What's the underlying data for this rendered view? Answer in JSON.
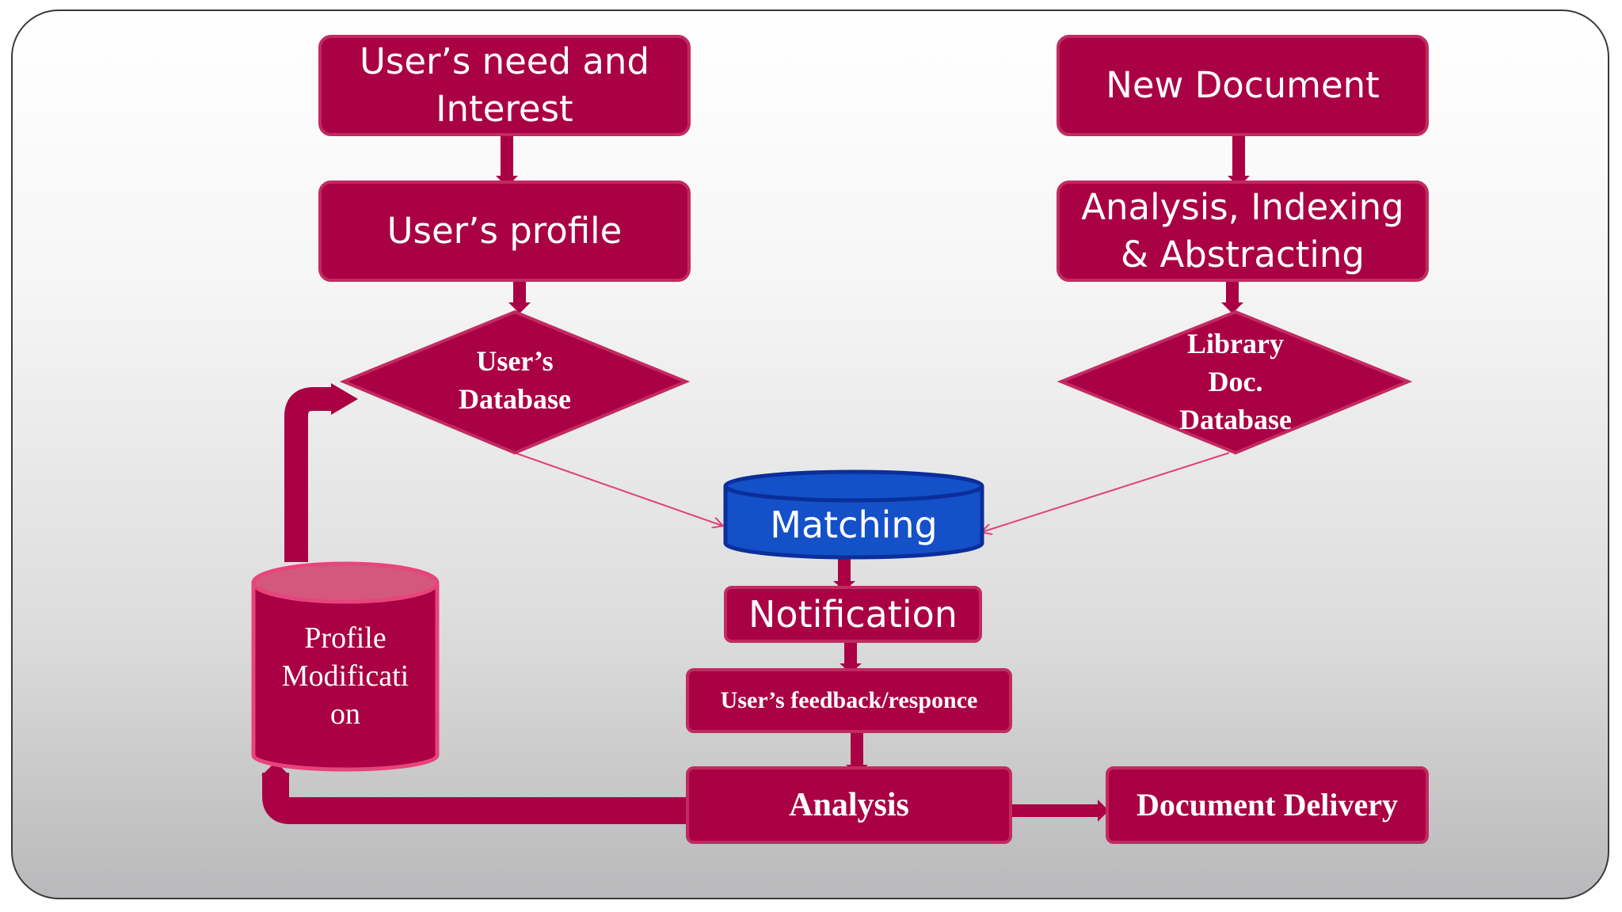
{
  "diagram": {
    "nodes": {
      "users_need": "User’s need and Interest",
      "users_profile": "User’s profile",
      "users_database": "User’s Database",
      "new_document": "New Document",
      "analysis_indexing": "Analysis, Indexing & Abstracting",
      "library_db": "Library Doc. Database",
      "matching": "Matching",
      "notification": "Notification",
      "feedback": "User’s feedback/responce",
      "analysis": "Analysis",
      "document_delivery": "Document Delivery",
      "profile_modification": "Profile Modificati on"
    },
    "colors": {
      "node_fill": "#aa0044",
      "node_border": "#c22a60",
      "matching_fill": "#1450c8",
      "matching_border": "#0a2e9a",
      "connector_line": "#e0407a"
    }
  }
}
